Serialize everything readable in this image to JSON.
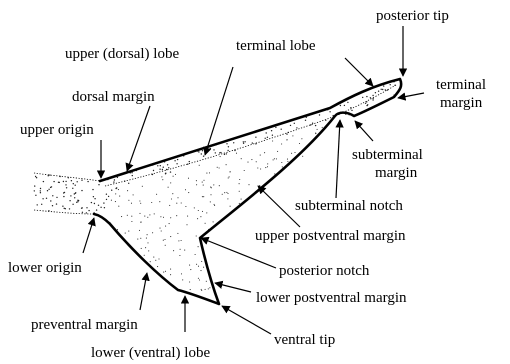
{
  "diagram": {
    "labels": {
      "posterior_tip": "posterior tip",
      "upper_dorsal_lobe": "upper (dorsal) lobe",
      "terminal_lobe": "terminal lobe",
      "terminal_margin_line1": "terminal",
      "terminal_margin_line2": "margin",
      "dorsal_margin": "dorsal margin",
      "upper_origin": "upper origin",
      "subterminal_margin_line1": "subterminal",
      "subterminal_margin_line2": "margin",
      "subterminal_notch": "subterminal notch",
      "upper_postventral_margin": "upper postventral margin",
      "lower_origin": "lower origin",
      "posterior_notch": "posterior notch",
      "lower_postventral_margin": "lower postventral margin",
      "preventral_margin": "preventral margin",
      "ventral_tip": "ventral tip",
      "lower_ventral_lobe": "lower (ventral) lobe"
    }
  }
}
